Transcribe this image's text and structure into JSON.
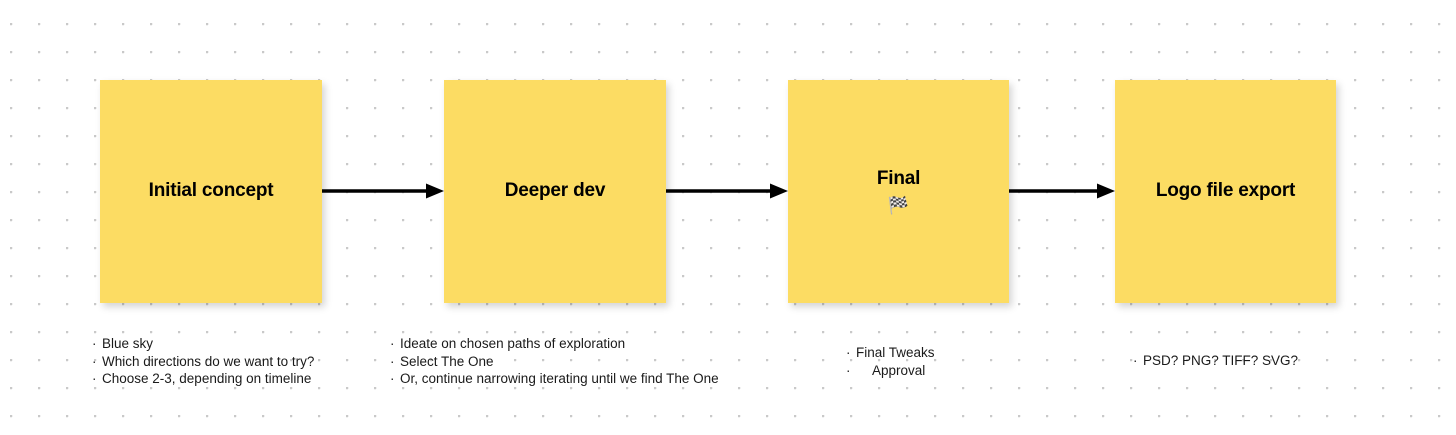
{
  "canvas": {
    "background_color": "#ffffff",
    "dot_grid_color": "#c9c9c9",
    "card_color": "#FCDC63",
    "arrow_color": "#000000"
  },
  "flow": {
    "steps": [
      {
        "id": "initial-concept",
        "title": "Initial concept",
        "emoji": "",
        "bullets": [
          "Blue sky",
          "Which directions do we want to try?",
          "Choose 2-3, depending on timeline"
        ]
      },
      {
        "id": "deeper-dev",
        "title": "Deeper dev",
        "emoji": "",
        "bullets": [
          "Ideate on chosen paths of exploration",
          "Select The One",
          "Or, continue narrowing iterating until we find The One"
        ]
      },
      {
        "id": "final",
        "title": "Final",
        "emoji": "🏁",
        "bullets": [
          "Final Tweaks",
          "Approval"
        ]
      },
      {
        "id": "logo-file-export",
        "title": "Logo file export",
        "emoji": "",
        "bullets": [
          "PSD? PNG? TIFF? SVG?"
        ]
      }
    ],
    "bullet_glyph": "·"
  }
}
